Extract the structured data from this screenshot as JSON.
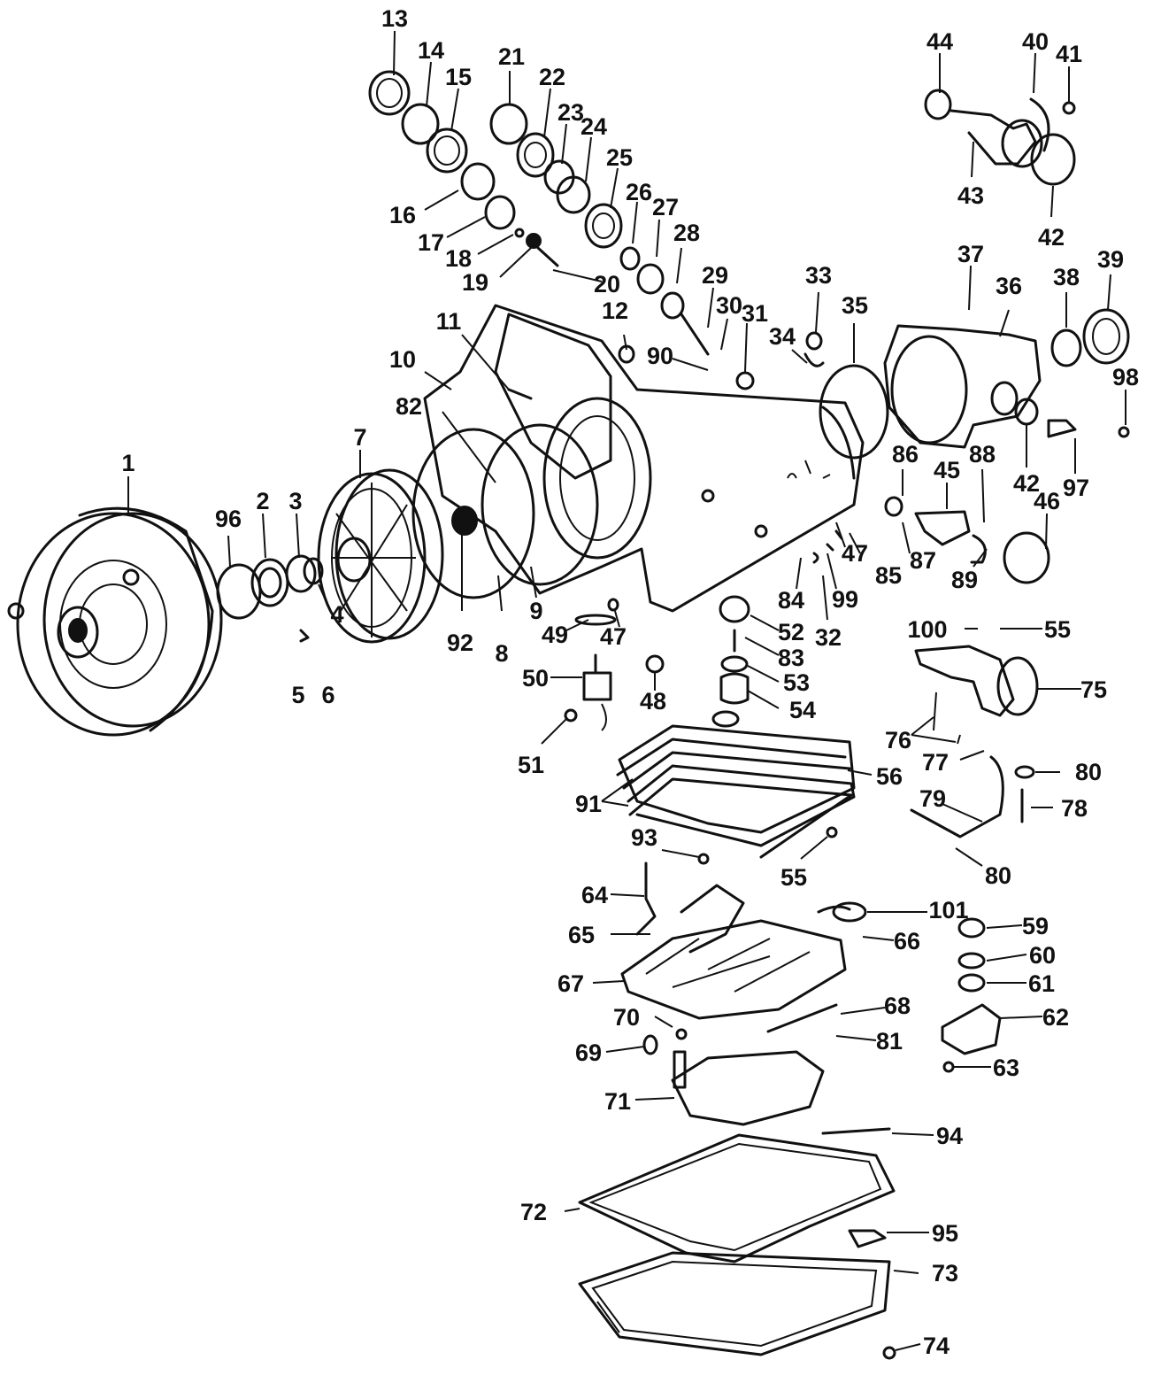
{
  "diagram": {
    "callouts": [
      {
        "id": "c1",
        "label": "1"
      },
      {
        "id": "c2",
        "label": "2"
      },
      {
        "id": "c3",
        "label": "3"
      },
      {
        "id": "c4",
        "label": "4"
      },
      {
        "id": "c5",
        "label": "5"
      },
      {
        "id": "c6",
        "label": "6"
      },
      {
        "id": "c7",
        "label": "7"
      },
      {
        "id": "c8",
        "label": "8"
      },
      {
        "id": "c9",
        "label": "9"
      },
      {
        "id": "c10",
        "label": "10"
      },
      {
        "id": "c11",
        "label": "11"
      },
      {
        "id": "c12",
        "label": "12"
      },
      {
        "id": "c13",
        "label": "13"
      },
      {
        "id": "c14",
        "label": "14"
      },
      {
        "id": "c15",
        "label": "15"
      },
      {
        "id": "c16",
        "label": "16"
      },
      {
        "id": "c17",
        "label": "17"
      },
      {
        "id": "c18",
        "label": "18"
      },
      {
        "id": "c19",
        "label": "19"
      },
      {
        "id": "c20",
        "label": "20"
      },
      {
        "id": "c21",
        "label": "21"
      },
      {
        "id": "c22",
        "label": "22"
      },
      {
        "id": "c23",
        "label": "23"
      },
      {
        "id": "c24",
        "label": "24"
      },
      {
        "id": "c25",
        "label": "25"
      },
      {
        "id": "c26",
        "label": "26"
      },
      {
        "id": "c27",
        "label": "27"
      },
      {
        "id": "c28",
        "label": "28"
      },
      {
        "id": "c29",
        "label": "29"
      },
      {
        "id": "c30",
        "label": "30"
      },
      {
        "id": "c31",
        "label": "31"
      },
      {
        "id": "c32",
        "label": "32"
      },
      {
        "id": "c33",
        "label": "33"
      },
      {
        "id": "c34",
        "label": "34"
      },
      {
        "id": "c35",
        "label": "35"
      },
      {
        "id": "c36",
        "label": "36"
      },
      {
        "id": "c37",
        "label": "37"
      },
      {
        "id": "c38",
        "label": "38"
      },
      {
        "id": "c39",
        "label": "39"
      },
      {
        "id": "c40",
        "label": "40"
      },
      {
        "id": "c41",
        "label": "41"
      },
      {
        "id": "c42a",
        "label": "42"
      },
      {
        "id": "c42b",
        "label": "42"
      },
      {
        "id": "c43",
        "label": "43"
      },
      {
        "id": "c44",
        "label": "44"
      },
      {
        "id": "c45",
        "label": "45"
      },
      {
        "id": "c46",
        "label": "46"
      },
      {
        "id": "c47a",
        "label": "47"
      },
      {
        "id": "c47b",
        "label": "47"
      },
      {
        "id": "c48",
        "label": "48"
      },
      {
        "id": "c49",
        "label": "49"
      },
      {
        "id": "c50",
        "label": "50"
      },
      {
        "id": "c51",
        "label": "51"
      },
      {
        "id": "c52",
        "label": "52"
      },
      {
        "id": "c53",
        "label": "53"
      },
      {
        "id": "c54",
        "label": "54"
      },
      {
        "id": "c55a",
        "label": "55"
      },
      {
        "id": "c55b",
        "label": "55"
      },
      {
        "id": "c56",
        "label": "56"
      },
      {
        "id": "c59",
        "label": "59"
      },
      {
        "id": "c60",
        "label": "60"
      },
      {
        "id": "c61",
        "label": "61"
      },
      {
        "id": "c62",
        "label": "62"
      },
      {
        "id": "c63",
        "label": "63"
      },
      {
        "id": "c64",
        "label": "64"
      },
      {
        "id": "c65",
        "label": "65"
      },
      {
        "id": "c66",
        "label": "66"
      },
      {
        "id": "c67",
        "label": "67"
      },
      {
        "id": "c68",
        "label": "68"
      },
      {
        "id": "c69",
        "label": "69"
      },
      {
        "id": "c70",
        "label": "70"
      },
      {
        "id": "c71",
        "label": "71"
      },
      {
        "id": "c72",
        "label": "72"
      },
      {
        "id": "c73",
        "label": "73"
      },
      {
        "id": "c74",
        "label": "74"
      },
      {
        "id": "c75",
        "label": "75"
      },
      {
        "id": "c76",
        "label": "76"
      },
      {
        "id": "c77",
        "label": "77"
      },
      {
        "id": "c78",
        "label": "78"
      },
      {
        "id": "c79",
        "label": "79"
      },
      {
        "id": "c80a",
        "label": "80"
      },
      {
        "id": "c80b",
        "label": "80"
      },
      {
        "id": "c81",
        "label": "81"
      },
      {
        "id": "c82",
        "label": "82"
      },
      {
        "id": "c83",
        "label": "83"
      },
      {
        "id": "c84",
        "label": "84"
      },
      {
        "id": "c85",
        "label": "85"
      },
      {
        "id": "c86",
        "label": "86"
      },
      {
        "id": "c87",
        "label": "87"
      },
      {
        "id": "c88",
        "label": "88"
      },
      {
        "id": "c89",
        "label": "89"
      },
      {
        "id": "c90",
        "label": "90"
      },
      {
        "id": "c91",
        "label": "91"
      },
      {
        "id": "c92",
        "label": "92"
      },
      {
        "id": "c93",
        "label": "93"
      },
      {
        "id": "c94",
        "label": "94"
      },
      {
        "id": "c95",
        "label": "95"
      },
      {
        "id": "c96",
        "label": "96"
      },
      {
        "id": "c97",
        "label": "97"
      },
      {
        "id": "c98",
        "label": "98"
      },
      {
        "id": "c99",
        "label": "99"
      },
      {
        "id": "c100",
        "label": "100"
      },
      {
        "id": "c101",
        "label": "101"
      }
    ]
  }
}
